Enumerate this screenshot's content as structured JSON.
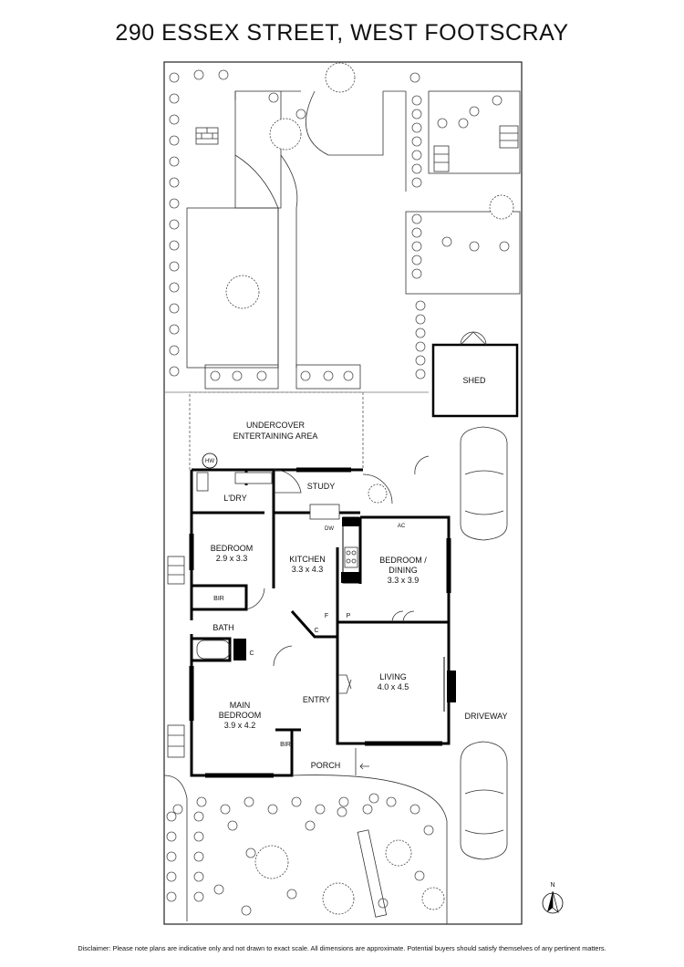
{
  "title": "290 ESSEX STREET, WEST FOOTSCRAY",
  "rooms": {
    "shed": "SHED",
    "undercover_line1": "UNDERCOVER",
    "undercover_line2": "ENTERTAINING AREA",
    "hw": "HW",
    "laundry": "L'DRY",
    "study": "STUDY",
    "dw": "DW",
    "ac": "AC",
    "bedroom1_name": "BEDROOM",
    "bedroom1_size": "2.9 x 3.3",
    "kitchen_name": "KITCHEN",
    "kitchen_size": "3.3 x 4.3",
    "bedroom_dining_name1": "BEDROOM /",
    "bedroom_dining_name2": "DINING",
    "bedroom_dining_size": "3.3 x 3.9",
    "bir1": "BIR",
    "f": "F",
    "p": "P",
    "bath": "BATH",
    "c1": "C",
    "c2": "C",
    "living_name": "LIVING",
    "living_size": "4.0 x 4.5",
    "entry": "ENTRY",
    "main_bedroom_name1": "MAIN",
    "main_bedroom_name2": "BEDROOM",
    "main_bedroom_size": "3.9 x 4.2",
    "bir2": "BIR",
    "porch": "PORCH",
    "driveway": "DRIVEWAY",
    "north": "N"
  },
  "disclaimer": "Disclaimer: Please note plans are indicative only and not drawn to exact scale. All dimensions are approximate. Potential buyers should satisfy themselves of any pertinent matters."
}
